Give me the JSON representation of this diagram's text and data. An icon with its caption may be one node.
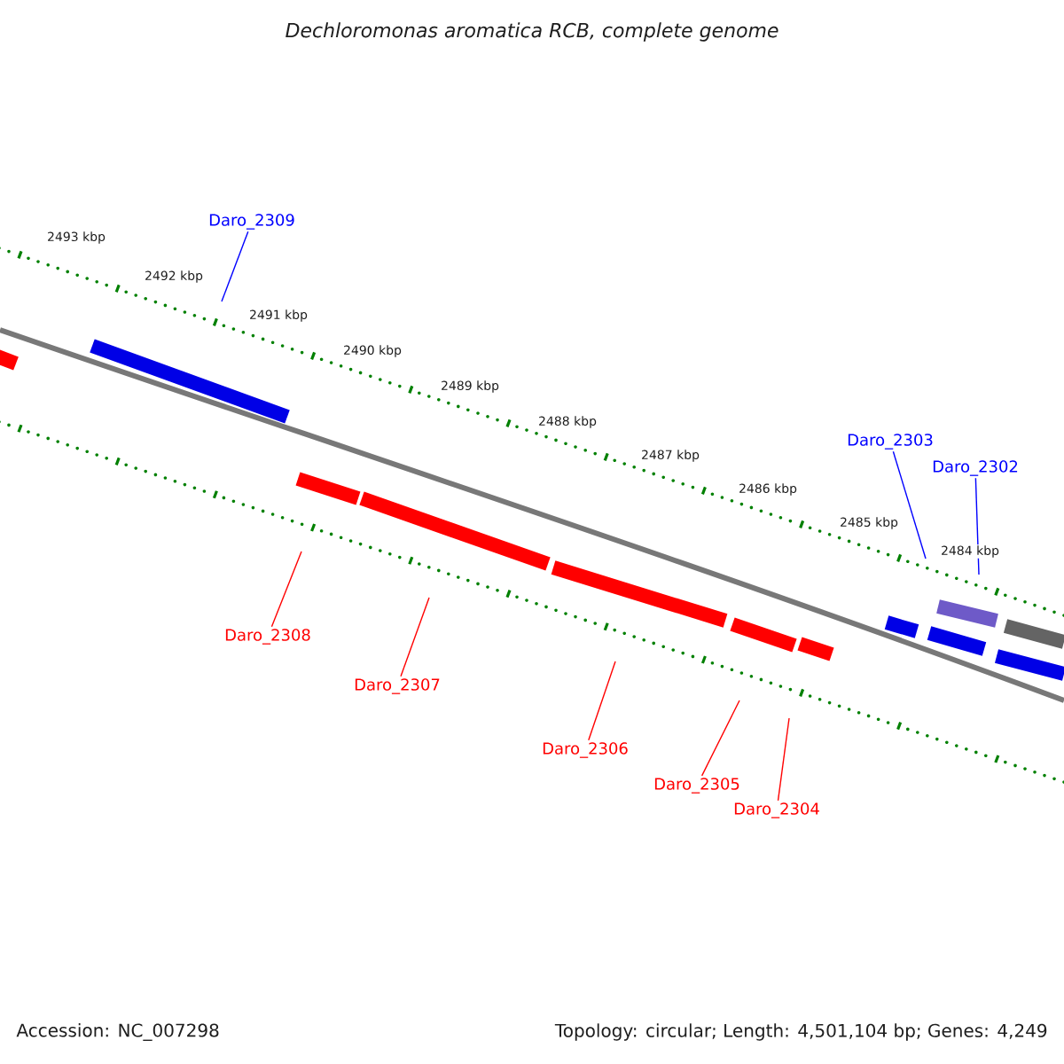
{
  "diagram": {
    "title": "Dechloromonas aromatica RCB, complete genome",
    "nodes": [
      {
        "text": [
          "Daro_2309"
        ]
      },
      {
        "text": [
          "Daro_2303"
        ]
      },
      {
        "text": [
          "Daro_2302"
        ]
      },
      {
        "text": [
          "Daro_2308"
        ]
      },
      {
        "text": [
          "Daro_2307"
        ]
      },
      {
        "text": [
          "Daro_2306"
        ]
      },
      {
        "text": [
          "Daro_2305"
        ]
      },
      {
        "text": [
          "Daro_2304"
        ]
      }
    ],
    "edges": [
      {
        "from": 0,
        "to": null,
        "arrow": "none",
        "color": "#0000ff"
      },
      {
        "from": 1,
        "to": null,
        "arrow": "none",
        "color": "#0000ff"
      },
      {
        "from": 2,
        "to": null,
        "arrow": "none",
        "color": "#0000ff"
      },
      {
        "from": 3,
        "to": null,
        "arrow": "none"
      },
      {
        "from": 4,
        "to": null,
        "arrow": "none"
      },
      {
        "from": 5,
        "to": null,
        "arrow": "none"
      },
      {
        "from": 6,
        "to": null,
        "arrow": "none"
      },
      {
        "from": 7,
        "to": null,
        "arrow": "none"
      }
    ],
    "labels": [
      "2493 kbp",
      "2492 kbp",
      "2491 kbp",
      "2490 kbp",
      "2489 kbp",
      "2488 kbp",
      "2487 kbp",
      "2486 kbp",
      "2485 kbp",
      "2484 kbp",
      "Accession: NC_007298",
      "Topology: circular; Length: 4,501,104 bp; Genes: 4,249"
    ]
  }
}
